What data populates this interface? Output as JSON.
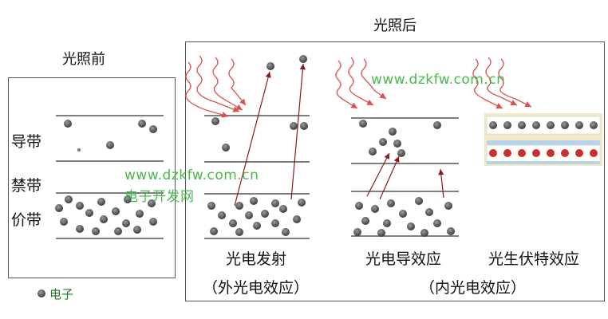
{
  "titles": {
    "before": "光照前",
    "after": "光照后"
  },
  "bands": {
    "conduction": "导带",
    "forbidden": "禁带",
    "valence": "价带"
  },
  "captions": {
    "external_effect": "光电发射",
    "external_group": "（外光电效应）",
    "photoconductive": "光电导效应",
    "photovoltaic": "光生伏特效应",
    "internal_group": "（内光电效应）"
  },
  "watermarks": {
    "site_right": "www.dzkfw.com.cn",
    "site_left": "www.dzkfw.com.cn",
    "site_left_name": "电子开发网"
  },
  "legend": {
    "electron": "电子"
  },
  "colors": {
    "electron_dark": "#5b5b5b",
    "light_ray": "#d9534f",
    "arrow": "#8b1a1a",
    "positive_dot": "#c9302c",
    "watermark": "#48b84a",
    "legend_text": "#1e7a2a",
    "pv_background": "#f3e9c8",
    "pv_band": "#b7d4ea"
  }
}
